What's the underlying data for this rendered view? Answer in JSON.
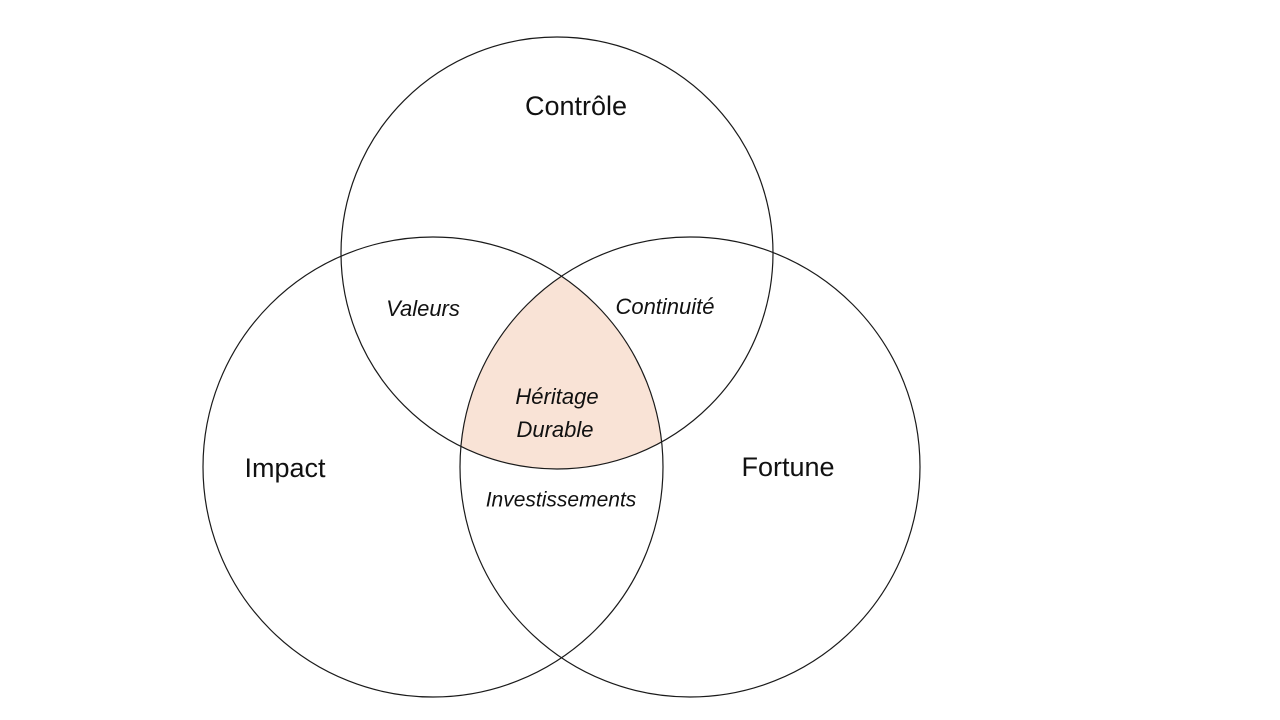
{
  "diagram": {
    "circles": [
      {
        "id": "controle",
        "label": "Contrôle"
      },
      {
        "id": "impact",
        "label": "Impact"
      },
      {
        "id": "fortune",
        "label": "Fortune"
      }
    ],
    "overlaps": {
      "controle_impact": "Valeurs",
      "controle_fortune": "Continuité",
      "impact_fortune": "Investissements",
      "center": [
        "Héritage",
        "Durable"
      ]
    },
    "colors": {
      "outline": "#1a1a1a",
      "center_fill": "#f9e3d6",
      "background": "#ffffff"
    }
  }
}
